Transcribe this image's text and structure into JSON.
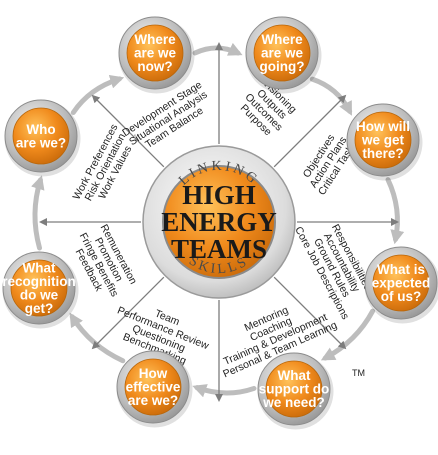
{
  "center": {
    "top_word": "LINKING",
    "bottom_word": "SKILLS",
    "title_lines": [
      "HIGH",
      "ENERGY",
      "TEAMS"
    ]
  },
  "trademark": "TM",
  "colors": {
    "node_fill": "#f08a1c",
    "node_ring": "#9a9a9a",
    "connector": "#bdbdbd",
    "spoke": "#7d7d7d",
    "center_fill": "#f08a1c"
  },
  "nodes": [
    {
      "id": "where-now",
      "lines": [
        "Where",
        "are we",
        "now?"
      ]
    },
    {
      "id": "where-going",
      "lines": [
        "Where",
        "are we",
        "going?"
      ]
    },
    {
      "id": "how-get-there",
      "lines": [
        "How will",
        "we get",
        "there?"
      ]
    },
    {
      "id": "what-expected",
      "lines": [
        "What is",
        "expected",
        "of us?"
      ]
    },
    {
      "id": "what-support",
      "lines": [
        "What",
        "support do",
        "we need?"
      ]
    },
    {
      "id": "how-effective",
      "lines": [
        "How",
        "effective",
        "are we?"
      ]
    },
    {
      "id": "what-recognition",
      "lines": [
        "What",
        "recognition",
        "do we",
        "get?"
      ]
    },
    {
      "id": "who-are-we",
      "lines": [
        "Who",
        "are we?"
      ]
    }
  ],
  "spokes": [
    {
      "id": "development",
      "lines": [
        "Development Stage",
        "Situational Analysis",
        "Team Balance"
      ]
    },
    {
      "id": "visioning",
      "lines": [
        "Visioning",
        "Outputs",
        "Outcomes",
        "Purpose"
      ]
    },
    {
      "id": "objectives",
      "lines": [
        "Objectives",
        "Action Plans",
        "Critical Tasks"
      ]
    },
    {
      "id": "responsibilities",
      "lines": [
        "Responsibilities",
        "Accountability",
        "Ground Rules",
        "Core Job Descriptions"
      ]
    },
    {
      "id": "mentoring",
      "lines": [
        "Mentoring",
        "Coaching",
        "Training & Development",
        "Personal & Team Learning"
      ]
    },
    {
      "id": "team-performance",
      "lines": [
        "Team",
        "Performance Review",
        "Questioning",
        "Benchmarking"
      ]
    },
    {
      "id": "remuneration",
      "lines": [
        "Remuneration",
        "Promotion",
        "Fringe Benefits",
        "Feedback"
      ]
    },
    {
      "id": "work-preferences",
      "lines": [
        "Work Preferences",
        "Risk Orientation",
        "Work Values"
      ]
    }
  ]
}
